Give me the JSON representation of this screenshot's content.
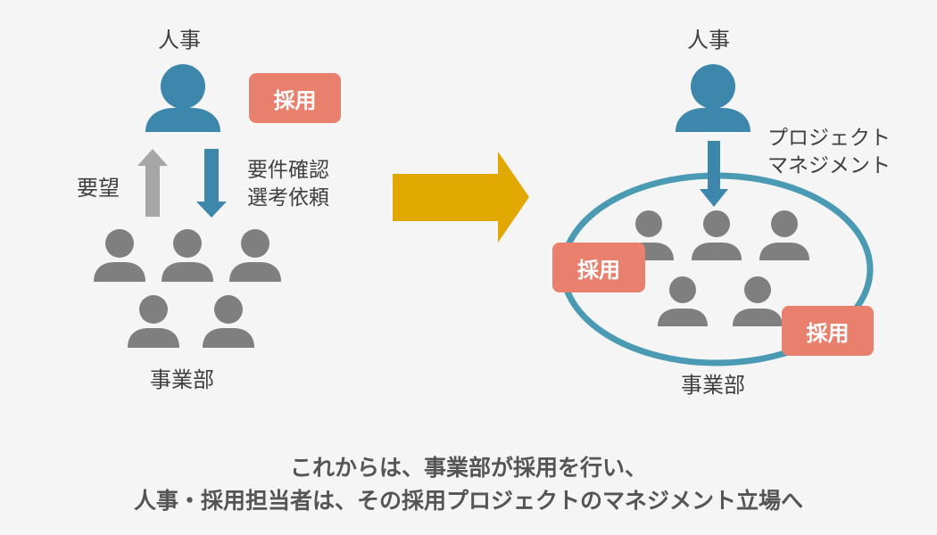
{
  "left": {
    "hr_label": "人事",
    "badge": "採用",
    "request_label": "要望",
    "tasks_label_line1": "要件確認",
    "tasks_label_line2": "選考依頼",
    "dept_label": "事業部"
  },
  "right": {
    "hr_label": "人事",
    "pm_label_line1": "プロジェクト",
    "pm_label_line2": "マネジメント",
    "badge_left": "採用",
    "badge_right": "採用",
    "dept_label": "事業部"
  },
  "caption": {
    "line1": "これからは、事業部が採用を行い、",
    "line2": "人事・採用担当者は、その採用プロジェクトのマネジメント立場へ"
  },
  "colors": {
    "hr_person": "#3d87ad",
    "dept_person": "#7f7f7f",
    "badge": "#e9806e",
    "arrow_up": "#a6a6a6",
    "arrow_down": "#3d87ad",
    "big_arrow": "#e0a800",
    "ellipse": "#4a9ab3"
  },
  "icons": [
    "person-icon",
    "arrow-up-icon",
    "arrow-down-icon",
    "right-arrow-icon"
  ]
}
